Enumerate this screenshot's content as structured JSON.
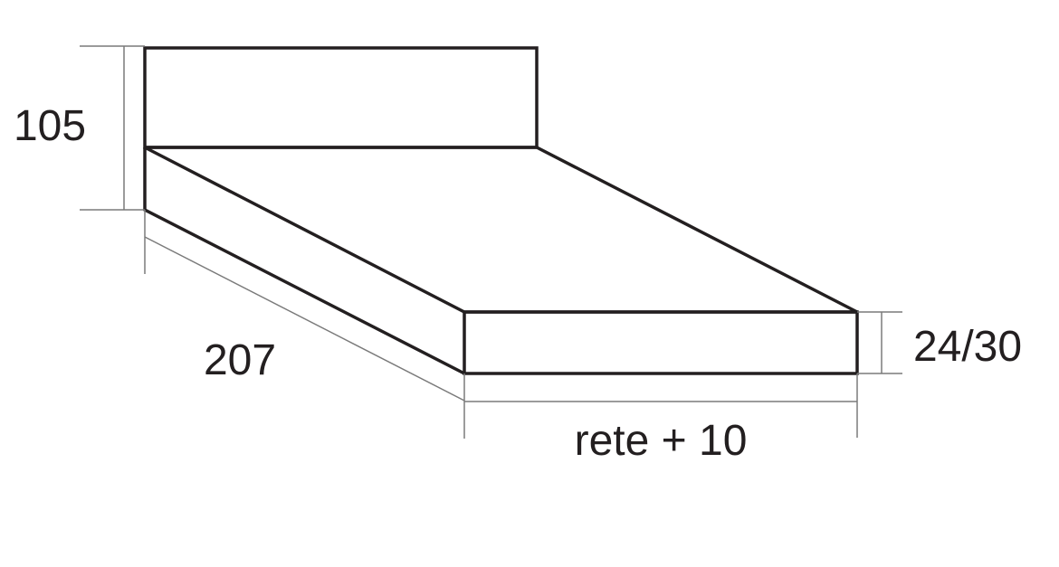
{
  "diagram": {
    "subject": "bed",
    "dimensions": {
      "headboard_height": "105",
      "length": "207",
      "width": "rete + 10",
      "frame_height": "24/30"
    },
    "colors": {
      "outline": "#231f20",
      "dimension_line": "#7a7a7a"
    }
  }
}
